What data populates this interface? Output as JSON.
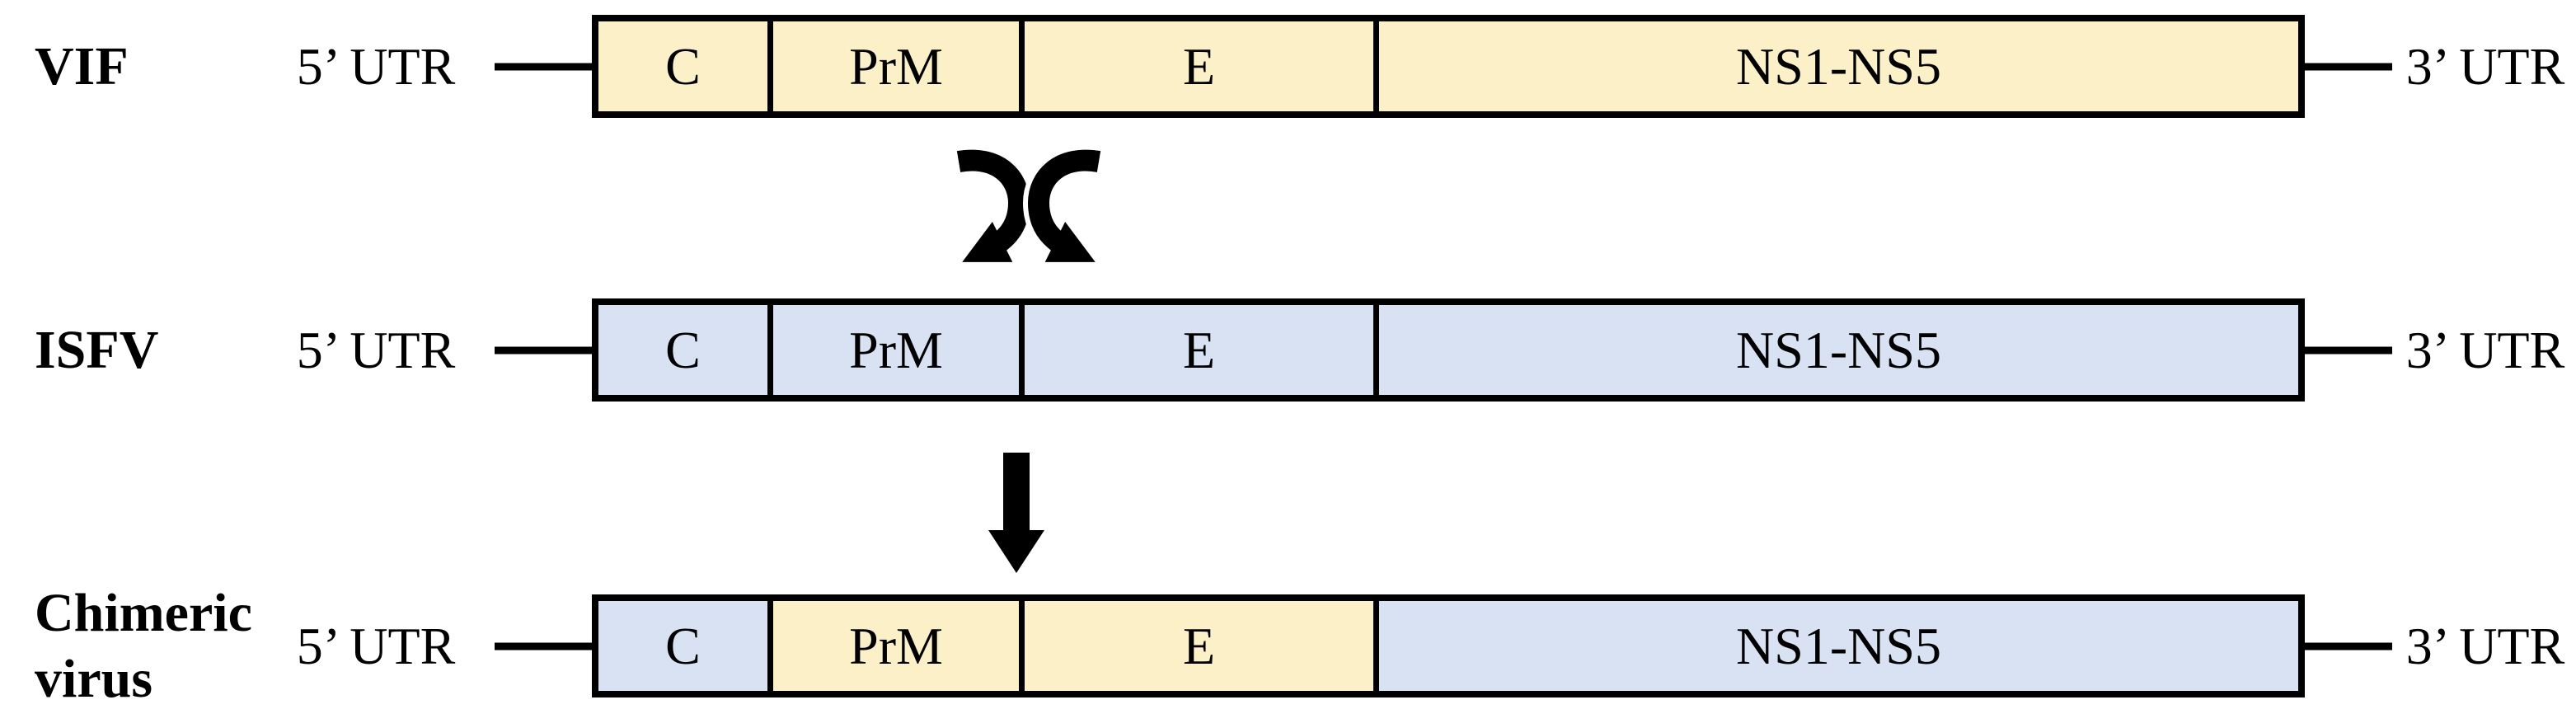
{
  "figure": {
    "type": "genome-schematic-diagram",
    "background": "#ffffff",
    "palette": {
      "vif_fill": "#FBF0C8",
      "isfv_fill": "#D9E2F2",
      "outline": "#000000",
      "text": "#000000"
    },
    "icons": {
      "crossover": "crossover-exchange-arrows-icon",
      "down": "down-arrow-icon"
    },
    "rows": [
      {
        "label": "VIF",
        "label_line2": "",
        "utr5": "5’ UTR",
        "utr3": "3’ UTR",
        "segments": [
          {
            "name": "C",
            "source": "VIF",
            "color": "#FBF0C8"
          },
          {
            "name": "PrM",
            "source": "VIF",
            "color": "#FBF0C8"
          },
          {
            "name": "E",
            "source": "VIF",
            "color": "#FBF0C8"
          },
          {
            "name": "NS1-NS5",
            "source": "VIF",
            "color": "#FBF0C8"
          }
        ]
      },
      {
        "label": "ISFV",
        "label_line2": "",
        "utr5": "5’ UTR",
        "utr3": "3’ UTR",
        "segments": [
          {
            "name": "C",
            "source": "ISFV",
            "color": "#D9E2F2"
          },
          {
            "name": "PrM",
            "source": "ISFV",
            "color": "#D9E2F2"
          },
          {
            "name": "E",
            "source": "ISFV",
            "color": "#D9E2F2"
          },
          {
            "name": "NS1-NS5",
            "source": "ISFV",
            "color": "#D9E2F2"
          }
        ]
      },
      {
        "label": "Chimeric",
        "label_line2": "virus",
        "utr5": "5’ UTR",
        "utr3": "3’ UTR",
        "segments": [
          {
            "name": "C",
            "source": "ISFV",
            "color": "#D9E2F2"
          },
          {
            "name": "PrM",
            "source": "VIF",
            "color": "#FBF0C8"
          },
          {
            "name": "E",
            "source": "VIF",
            "color": "#FBF0C8"
          },
          {
            "name": "NS1-NS5",
            "source": "ISFV",
            "color": "#D9E2F2"
          }
        ]
      }
    ]
  }
}
